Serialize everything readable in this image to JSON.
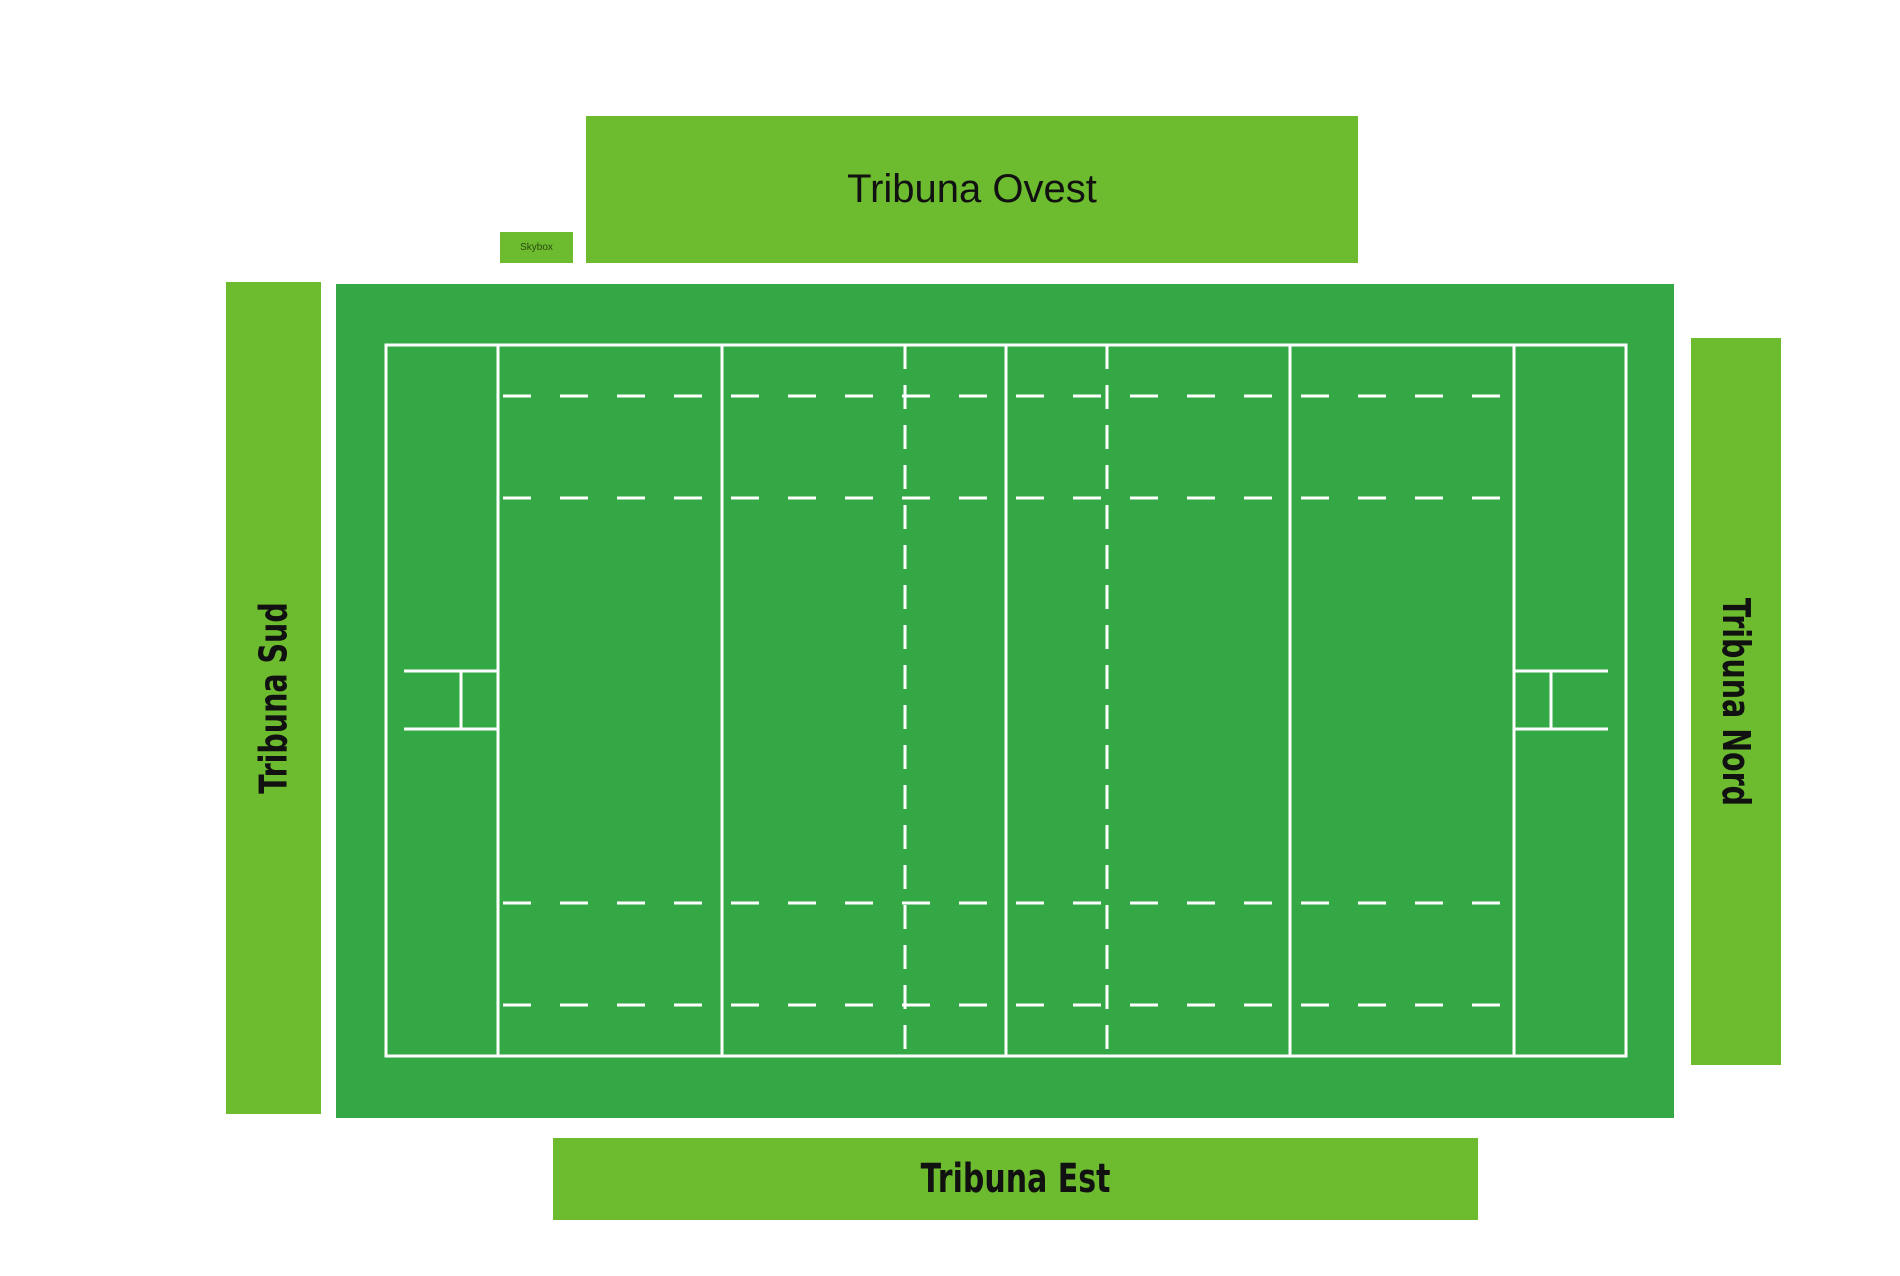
{
  "colors": {
    "stand": "#6dbb2f",
    "field": "#34a844",
    "lines": "#ffffff"
  },
  "stands": {
    "west": "Tribuna Ovest",
    "small": "Skybox",
    "south": "Tribuna Sud",
    "north": "Tribuna Nord",
    "east": "Tribuna Est"
  }
}
